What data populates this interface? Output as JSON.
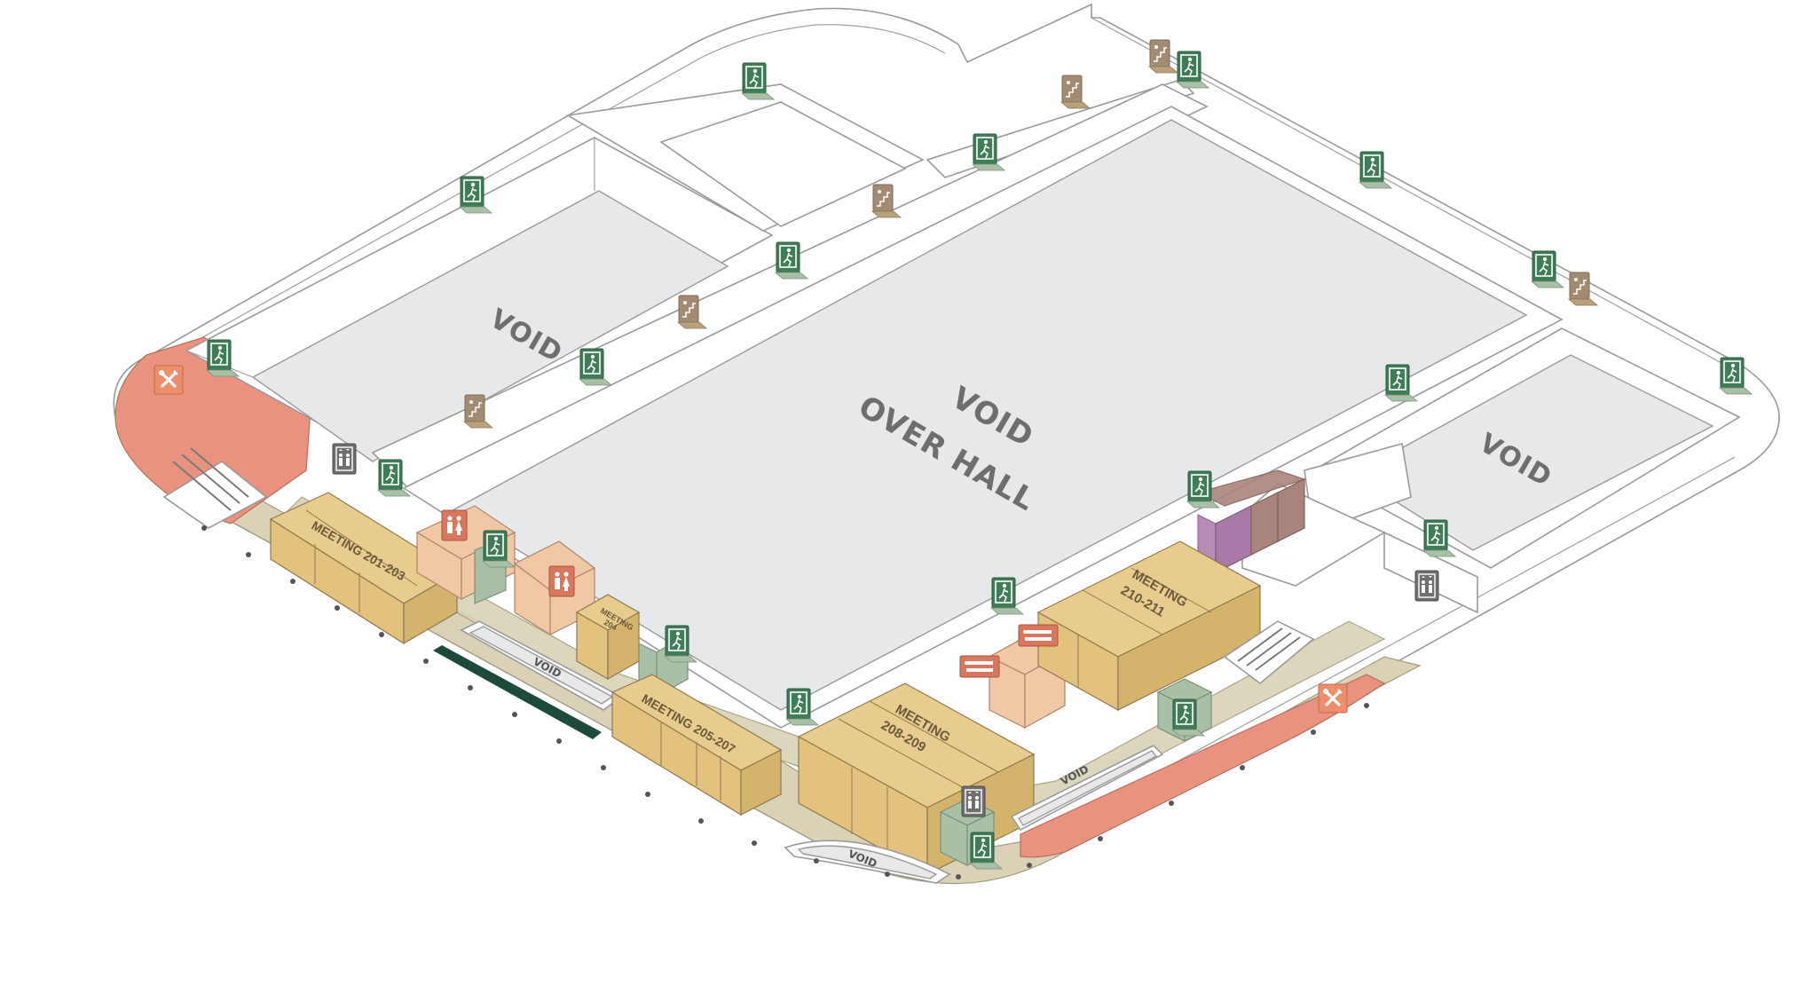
{
  "labels": {
    "void_left": "VOID",
    "void_center_1": "VOID",
    "void_center_2": "OVER HALL",
    "void_right": "VOID",
    "void_small_1": "VOID",
    "void_small_2": "VOID",
    "void_small_3": "VOID",
    "meeting_201_203": "MEETING 201-203",
    "meeting_204_1": "MEETING",
    "meeting_204_2": "204",
    "meeting_205_207": "MEETING 205-207",
    "meeting_208_209_1": "MEETING",
    "meeting_208_209_2": "208-209",
    "meeting_210_211_1": "MEETING",
    "meeting_210_211_2": "210-211"
  },
  "icons": {
    "exit": "emergency-exit-icon",
    "stairs": "stairs-icon",
    "elevator": "elevator-icon",
    "restroom": "restroom-icon",
    "food": "food-court-icon",
    "info": "info-desk-icon"
  },
  "colors": {
    "void_floor": "#e6e8e9",
    "meeting_room": "#e8cc8e",
    "corridor": "#d9d2b6",
    "food_area": "#e8927f",
    "restroom_area": "#f1c8a6",
    "exit_sign": "#3f7c57",
    "stairs_sign": "#a28b72",
    "elevator_sign": "#6e6e6e",
    "storage_purple": "#a97aa8",
    "storage_mauve": "#a9847c"
  }
}
